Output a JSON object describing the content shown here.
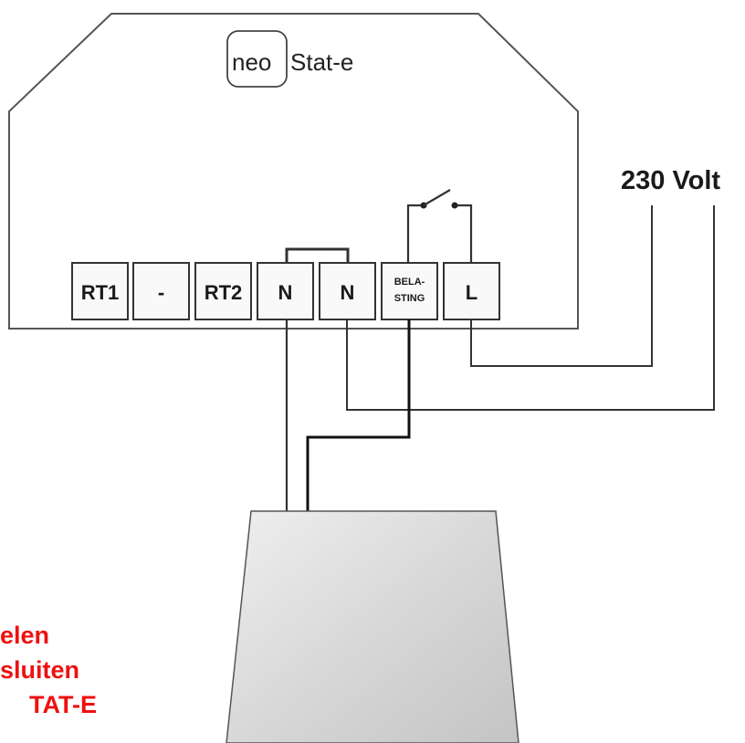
{
  "device": {
    "logo_prefix": "neo",
    "logo_name": "Stat-e"
  },
  "terminals": [
    {
      "id": "rt1",
      "label": "RT1"
    },
    {
      "id": "minus",
      "label": "-"
    },
    {
      "id": "rt2",
      "label": "RT2"
    },
    {
      "id": "n1",
      "label": "N"
    },
    {
      "id": "n2",
      "label": "N"
    },
    {
      "id": "belasting",
      "label_line1": "BELA-",
      "label_line2": "STING"
    },
    {
      "id": "l",
      "label": "L"
    }
  ],
  "supply": {
    "label": "230 Volt"
  },
  "caption": {
    "line1": "elen",
    "line2": "sluiten",
    "line3": "TAT-E"
  },
  "colors": {
    "caption": "#ee1111",
    "outline": "#555555",
    "wire": "#333333",
    "load_gray": "#d8d8d8"
  }
}
